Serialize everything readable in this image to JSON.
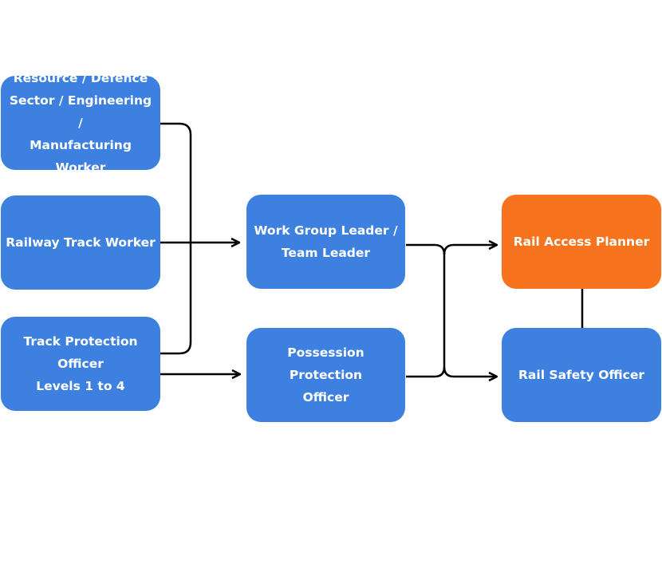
{
  "colors": {
    "node_blue": "#3d80e0",
    "node_orange": "#f7731e",
    "connector": "#000000"
  },
  "nodes": {
    "resource": {
      "label": "Resource / Defence\nSector / Engineering /\nManufacturing Worker"
    },
    "track": {
      "label": "Railway Track Worker"
    },
    "tpo": {
      "label": "Track Protection\nOfficer\nLevels 1 to 4"
    },
    "wgl": {
      "label": "Work Group Leader /\nTeam Leader"
    },
    "ppo": {
      "label": "Possession Protection\nOfficer"
    },
    "rap": {
      "label": "Rail Access Planner"
    },
    "rso": {
      "label": "Rail Safety Officer"
    }
  },
  "edges": [
    {
      "from": "resource",
      "to": "wgl"
    },
    {
      "from": "track",
      "to": "wgl"
    },
    {
      "from": "tpo",
      "to": "wgl"
    },
    {
      "from": "tpo",
      "to": "ppo"
    },
    {
      "from": "wgl",
      "to": "rap"
    },
    {
      "from": "wgl",
      "to": "rso"
    },
    {
      "from": "ppo",
      "to": "rap"
    },
    {
      "from": "ppo",
      "to": "rso"
    },
    {
      "from": "rap",
      "to": "rso",
      "arrow": false
    }
  ]
}
